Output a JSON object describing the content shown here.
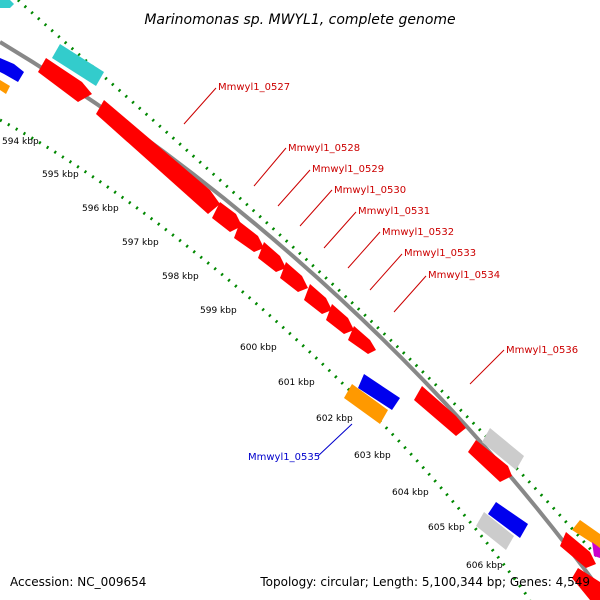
{
  "title": "Marinomonas sp. MWYL1, complete genome",
  "footer": {
    "accession": "Accession: NC_009654",
    "topology": "Topology: circular; Length: 5,100,344 bp; Genes: 4,549"
  },
  "ticks": [
    "594 kbp",
    "595 kbp",
    "596 kbp",
    "597 kbp",
    "598 kbp",
    "599 kbp",
    "600 kbp",
    "601 kbp",
    "602 kbp",
    "603 kbp",
    "604 kbp",
    "605 kbp",
    "606 kbp"
  ],
  "gene_labels": [
    {
      "text": "Mmwyl1_0527",
      "strand": "plus"
    },
    {
      "text": "Mmwyl1_0528",
      "strand": "plus"
    },
    {
      "text": "Mmwyl1_0529",
      "strand": "plus"
    },
    {
      "text": "Mmwyl1_0530",
      "strand": "plus"
    },
    {
      "text": "Mmwyl1_0531",
      "strand": "plus"
    },
    {
      "text": "Mmwyl1_0532",
      "strand": "plus"
    },
    {
      "text": "Mmwyl1_0533",
      "strand": "plus"
    },
    {
      "text": "Mmwyl1_0534",
      "strand": "plus"
    },
    {
      "text": "Mmwyl1_0536",
      "strand": "plus"
    },
    {
      "text": "Mmwyl1_0535",
      "strand": "minus"
    }
  ],
  "colors": {
    "forward_gene": "#ff0000",
    "reverse_gene": "#0000ff",
    "orange_feature": "#ff9900",
    "cyan_feature": "#33cccc",
    "grey_feature": "#cccccc",
    "magenta_feature": "#cc00cc",
    "backbone": "#888888",
    "dotted_guides": "#008800",
    "label_plus": "#cc0000",
    "label_minus": "#0000cc"
  }
}
